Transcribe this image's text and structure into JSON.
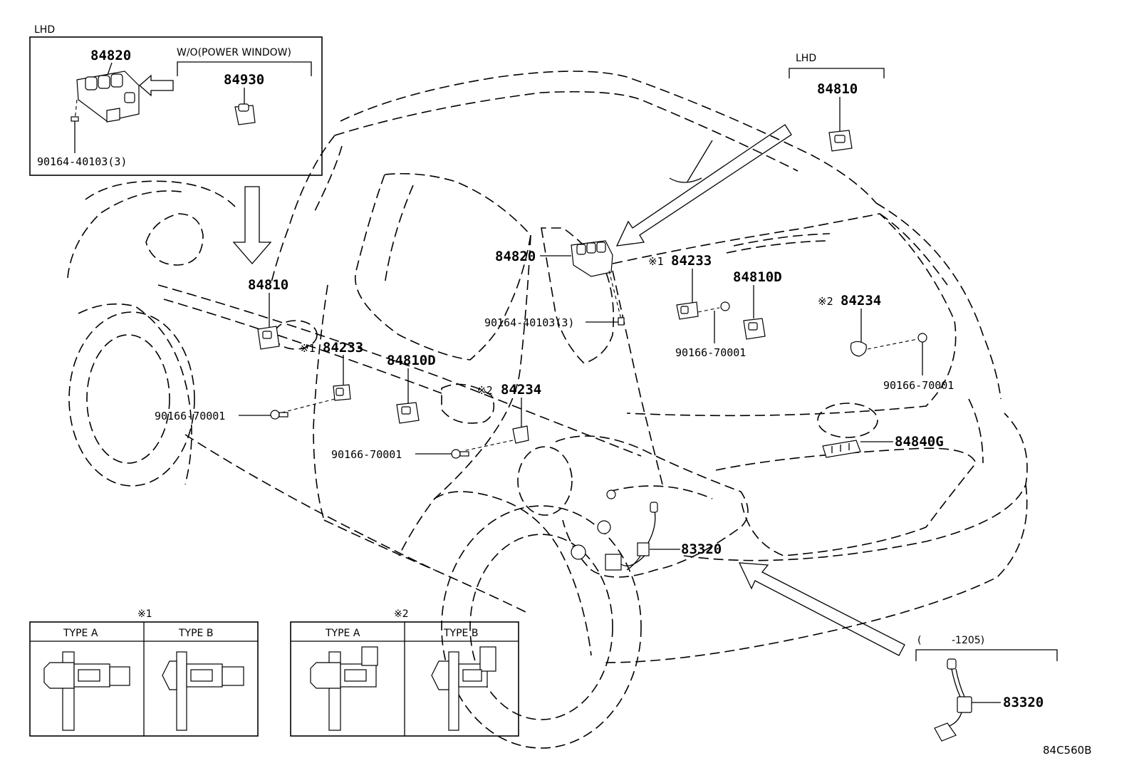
{
  "inset_lhd": {
    "region": "LHD",
    "part_main": "84820",
    "variant": "W/O(POWER WINDOW)",
    "part_alt": "84930",
    "screw": "90164-40103(3)"
  },
  "top_right_lhd": {
    "region": "LHD",
    "part": "84810"
  },
  "labels": {
    "p84820": "84820",
    "p84810_left": "84810",
    "p84233_a": "84233",
    "p84233_b": "84233",
    "p84810D_a": "84810D",
    "p84810D_b": "84810D",
    "p84234_a": "84234",
    "p84234_b": "84234",
    "screw_door": "90164-40103(3)",
    "clip_a": "90166-70001",
    "clip_b": "90166-70001",
    "clip_c": "90166-70001",
    "clip_d": "90166-70001",
    "p84840G": "84840G",
    "p83320": "83320",
    "mark1": "※1",
    "mark2": "※2"
  },
  "range_box": {
    "open": "(",
    "range": "-1205)",
    "part": "83320"
  },
  "type_table_1": {
    "mark": "※1",
    "col_a": "TYPE A",
    "col_b": "TYPE B"
  },
  "type_table_2": {
    "mark": "※2",
    "col_a": "TYPE A",
    "col_b": "TYPE B"
  },
  "figure_code": "84C560B"
}
